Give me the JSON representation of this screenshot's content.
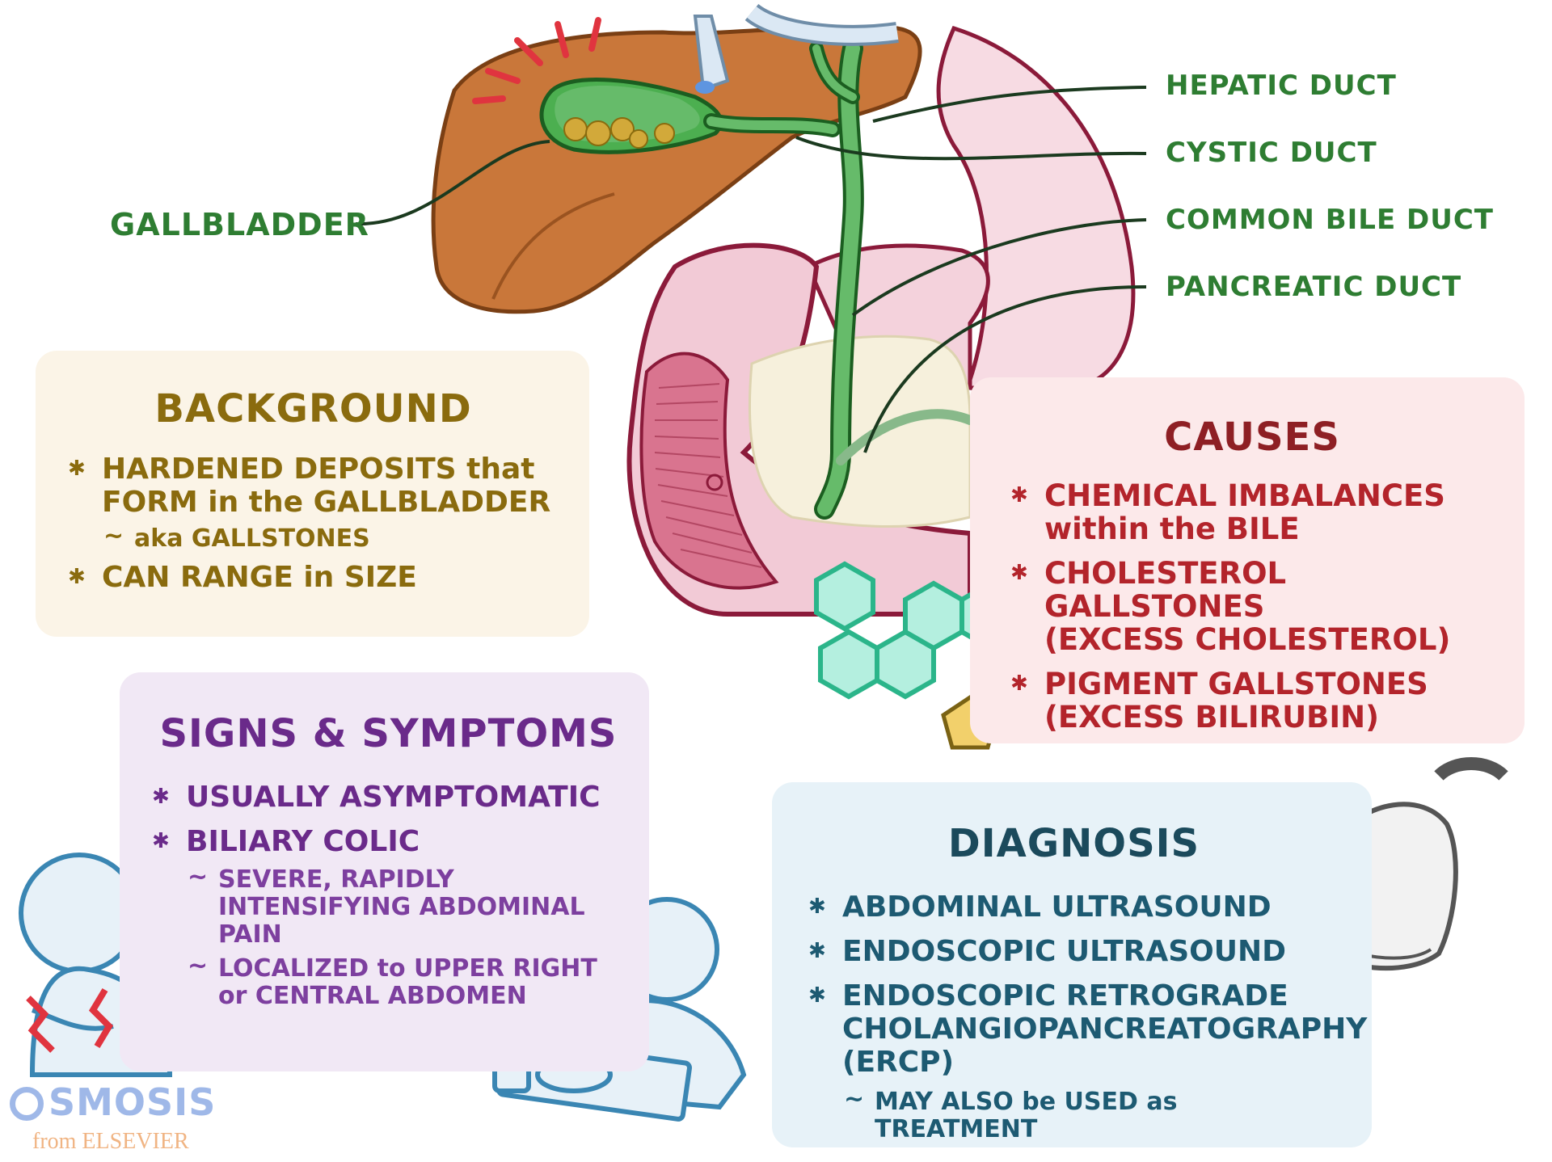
{
  "labels": {
    "hepatic_duct": "HEPATIC DUCT",
    "cystic_duct": "CYSTIC DUCT",
    "common_bile_duct": "COMMON BILE DUCT",
    "pancreatic_duct": "PANCREATIC DUCT",
    "gallbladder": "GALLBLADDER"
  },
  "background": {
    "title": "BACKGROUND",
    "items": [
      "HARDENED DEPOSITS that FORM in the GALLBLADDER",
      "aka GALLSTONES",
      "CAN RANGE in SIZE"
    ]
  },
  "causes": {
    "title": "CAUSES",
    "items": [
      "CHEMICAL IMBALANCES within the BILE",
      "CHOLESTEROL GALLSTONES",
      "(EXCESS CHOLESTEROL)",
      "PIGMENT GALLSTONES",
      "(EXCESS BILIRUBIN)"
    ]
  },
  "signs": {
    "title": "SIGNS & SYMPTOMS",
    "items": [
      "USUALLY ASYMPTOMATIC",
      "BILIARY COLIC",
      "SEVERE, RAPIDLY INTENSIFYING ABDOMINAL PAIN",
      "LOCALIZED to UPPER RIGHT or CENTRAL ABDOMEN"
    ]
  },
  "diagnosis": {
    "title": "DIAGNOSIS",
    "items": [
      "ABDOMINAL ULTRASOUND",
      "ENDOSCOPIC ULTRASOUND",
      "ENDOSCOPIC RETROGRADE CHOLANGIOPANCREATOGRAPHY (ERCP)",
      "MAY ALSO be USED as TREATMENT"
    ]
  },
  "logo": {
    "name": "SMOSIS",
    "sub": "from ELSEVIER"
  },
  "colors": {
    "liver": "#c9773a",
    "gallbladder": "#4caf50",
    "duct_green": "#2e7d32",
    "stomach_outline": "#8b1a3a",
    "background_text": "#8a6b0e",
    "causes_text": "#b3242b",
    "signs_text": "#6a2a8a",
    "diagnosis_text": "#1d5a72",
    "hexagon": "#2bb58a",
    "pentagon": "#f2d06b"
  }
}
